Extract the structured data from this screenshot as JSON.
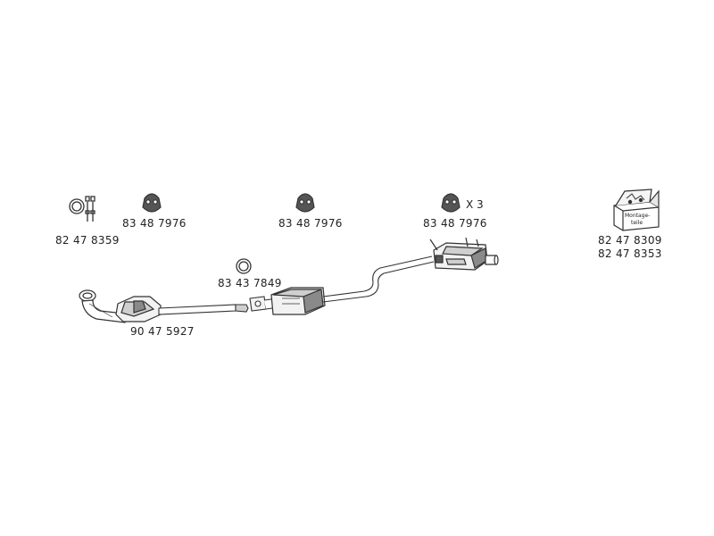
{
  "parts": {
    "gasket_bolt_kit": "82 47 8359",
    "hanger_1": "83 48 7976",
    "hanger_2": "83 48 7976",
    "hanger_3": "83 48 7976",
    "hanger_3_qty": "X 3",
    "ring_gasket": "83 43 7849",
    "front_pipe": "90 47 5927",
    "mounting_kit_1": "82 47 8309",
    "mounting_kit_2": "82 47 8353"
  },
  "mounting_box_label_line1": "Montage-",
  "mounting_box_label_line2": "teile",
  "colors": {
    "stroke": "#333333",
    "fill_light": "#f2f2f2",
    "fill_mid": "#cfcfcf",
    "fill_dark": "#8a8a8a"
  }
}
